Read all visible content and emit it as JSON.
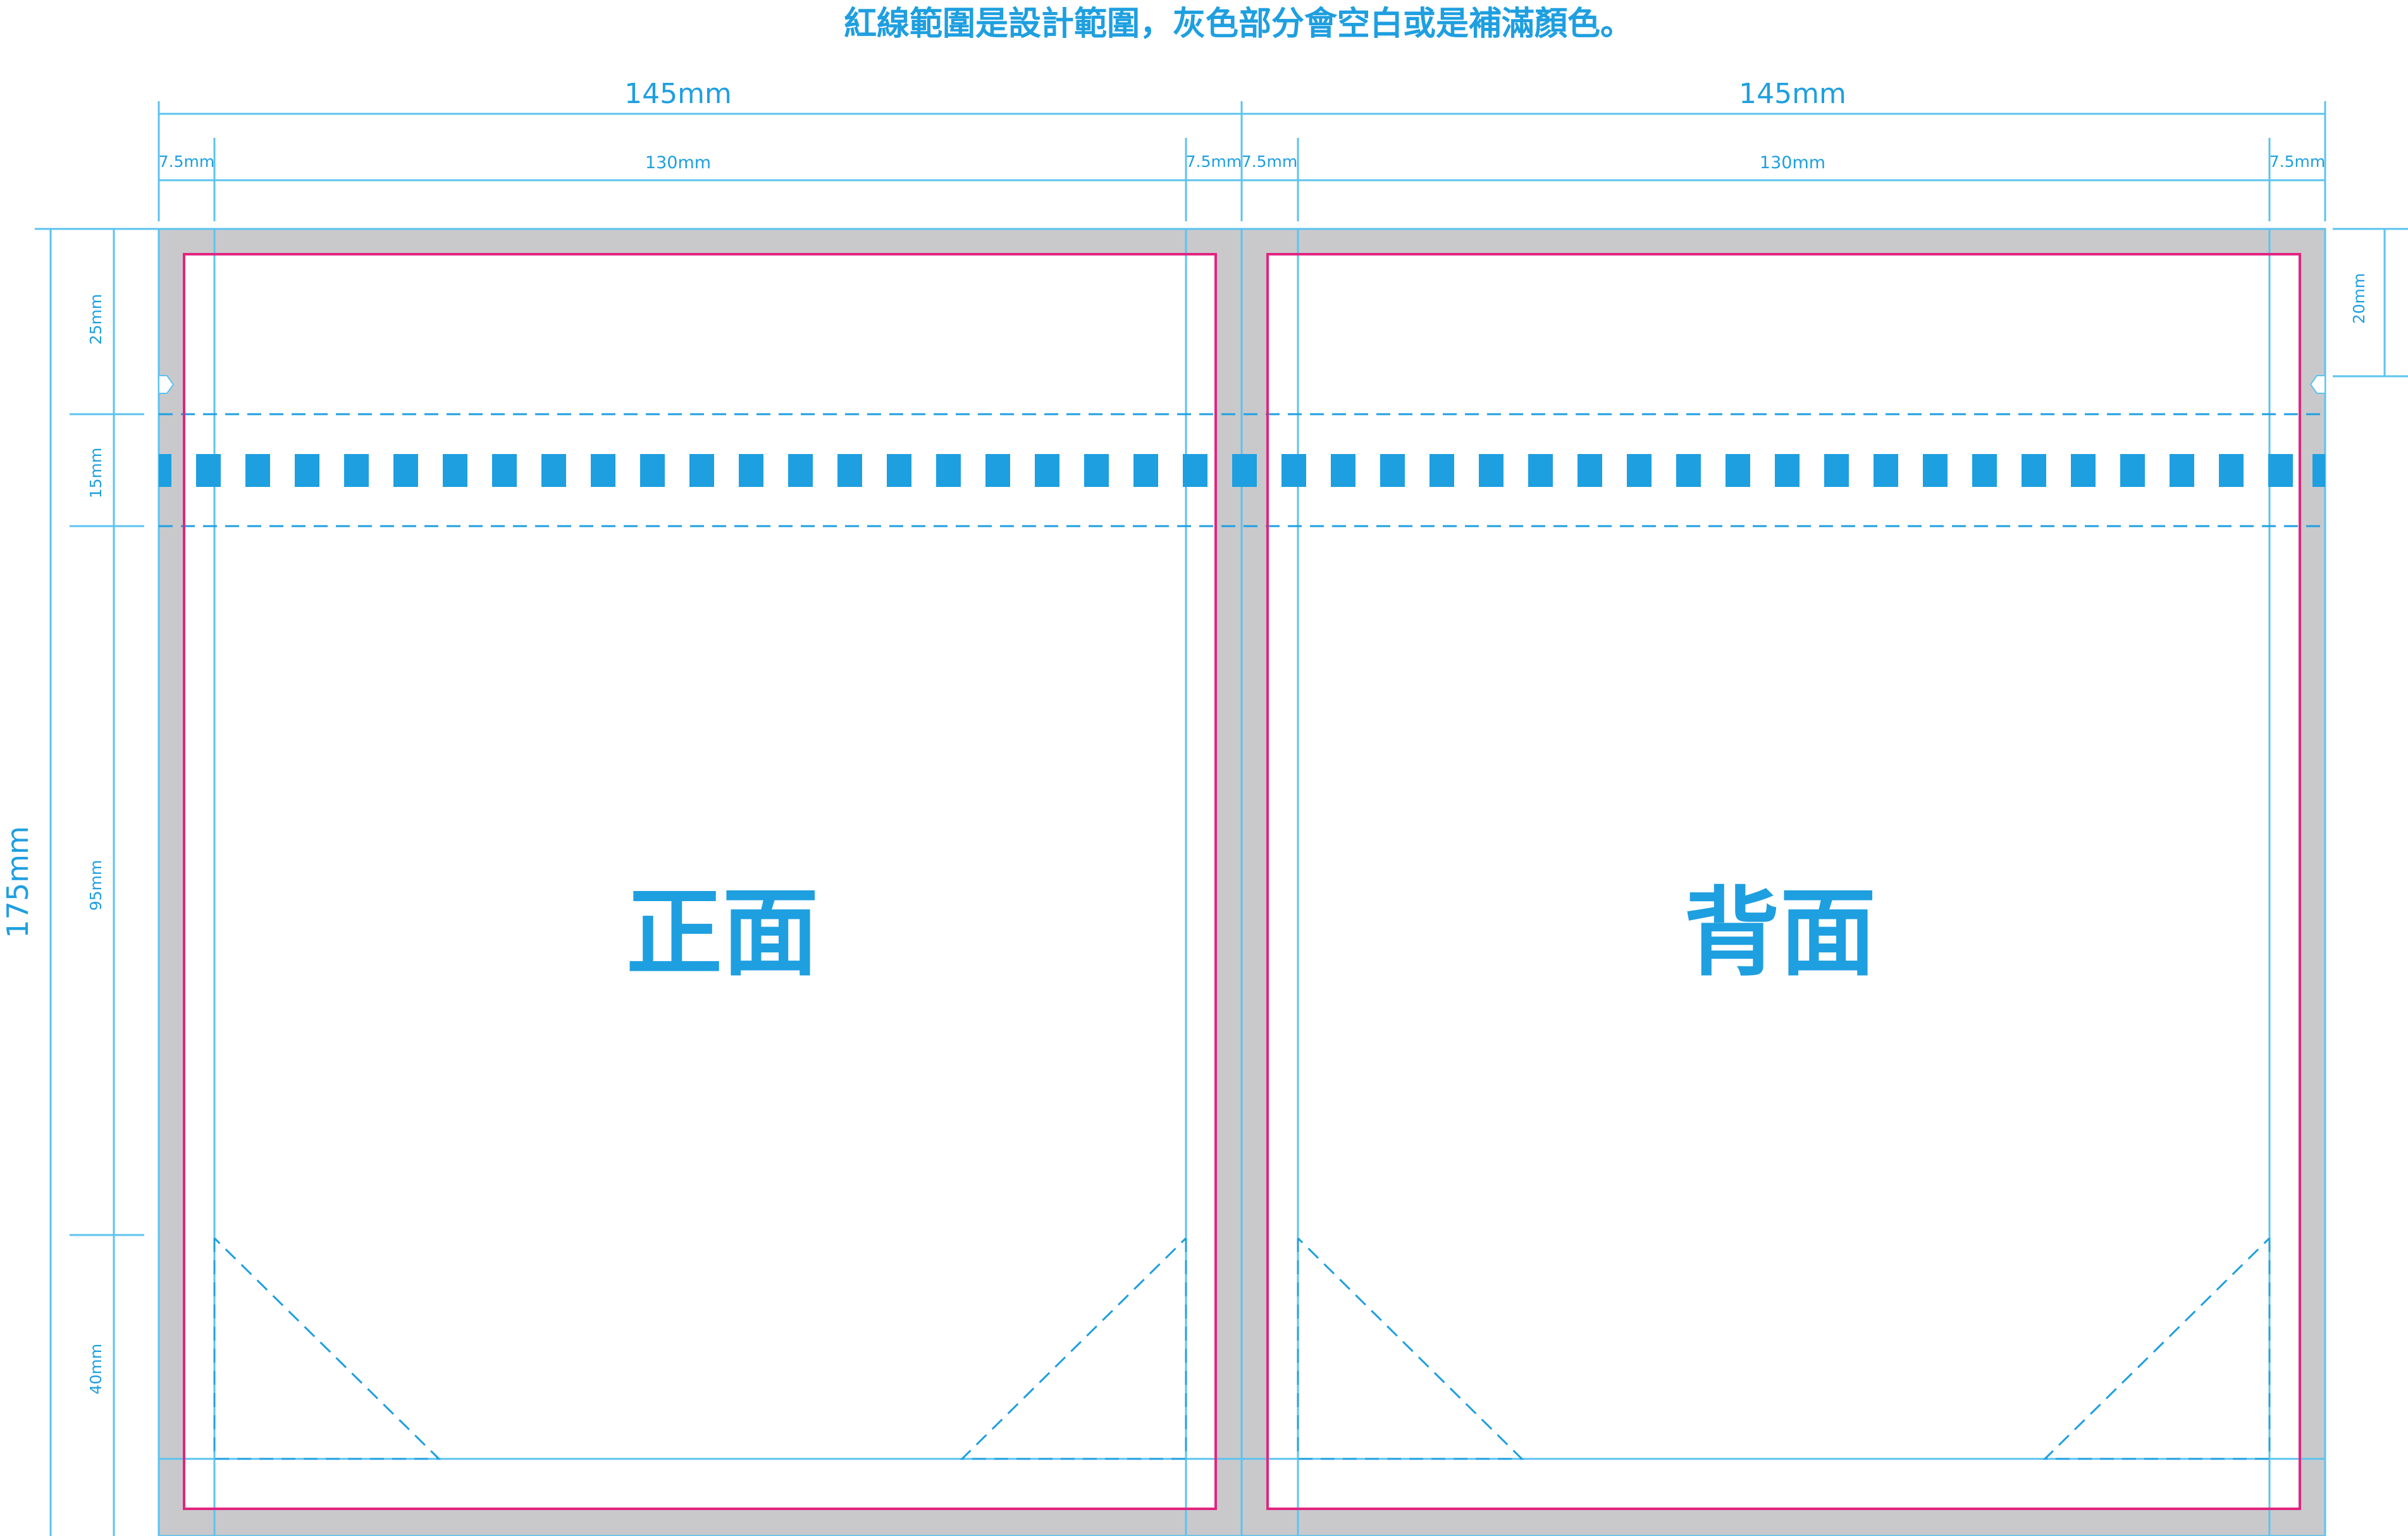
{
  "title": "紅線範圍是設計範圍，灰色部分會空白或是補滿顏色。",
  "colors": {
    "accent": "#1e9fe0",
    "guide": "#5cc3ee",
    "design_border": "#e0257f",
    "bleed_gray": "#c9c9cc",
    "perforation": "#1e9fe0"
  },
  "panels": {
    "front_label": "正面",
    "back_label": "背面"
  },
  "dimensions": {
    "total_width_left": "145mm",
    "total_width_right": "145mm",
    "margin_left_1": "7.5mm",
    "inner_left": "130mm",
    "margin_right_1": "7.5mm",
    "margin_left_2": "7.5mm",
    "inner_right": "130mm",
    "margin_right_2": "7.5mm",
    "total_height": "175mm",
    "seg_top": "25mm",
    "seg_perf": "15mm",
    "seg_middle": "95mm",
    "seg_bottom": "40mm",
    "hang_hole": "20mm"
  }
}
